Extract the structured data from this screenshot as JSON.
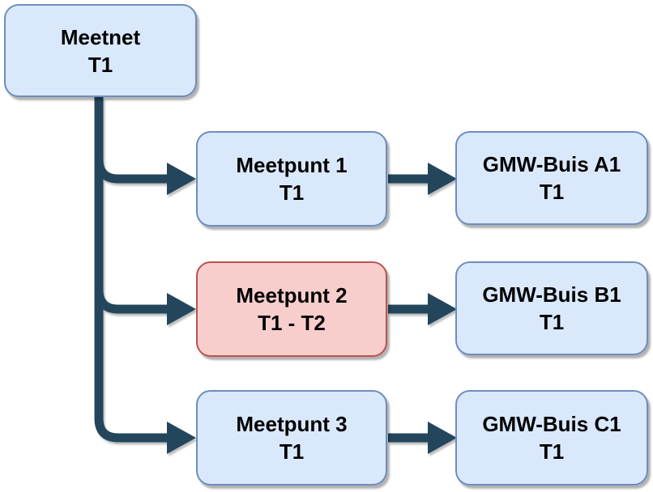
{
  "diagram": {
    "type": "tree",
    "nodes": {
      "meetnet": {
        "line1": "Meetnet",
        "line2": "T1"
      },
      "meetpunt1": {
        "line1": "Meetpunt 1",
        "line2": "T1"
      },
      "meetpunt2": {
        "line1": "Meetpunt 2",
        "line2": "T1 - T2"
      },
      "meetpunt3": {
        "line1": "Meetpunt 3",
        "line2": "T1"
      },
      "gmw_buis_a1": {
        "line1": "GMW-Buis A1",
        "line2": "T1"
      },
      "gmw_buis_b1": {
        "line1": "GMW-Buis B1",
        "line2": "T1"
      },
      "gmw_buis_c1": {
        "line1": "GMW-Buis C1",
        "line2": "T1"
      }
    },
    "edges": [
      {
        "from": "meetnet",
        "to": "meetpunt1"
      },
      {
        "from": "meetnet",
        "to": "meetpunt2"
      },
      {
        "from": "meetnet",
        "to": "meetpunt3"
      },
      {
        "from": "meetpunt1",
        "to": "gmw_buis_a1"
      },
      {
        "from": "meetpunt2",
        "to": "gmw_buis_b1"
      },
      {
        "from": "meetpunt3",
        "to": "gmw_buis_c1"
      }
    ]
  },
  "colors": {
    "background": "#ffffff",
    "text": "#000000",
    "node_fill_blue": "#dae8fc",
    "node_border_blue": "#6c8ebf",
    "node_fill_red": "#f8cecc",
    "node_border_red": "#b85450",
    "connector": "#24465c"
  }
}
